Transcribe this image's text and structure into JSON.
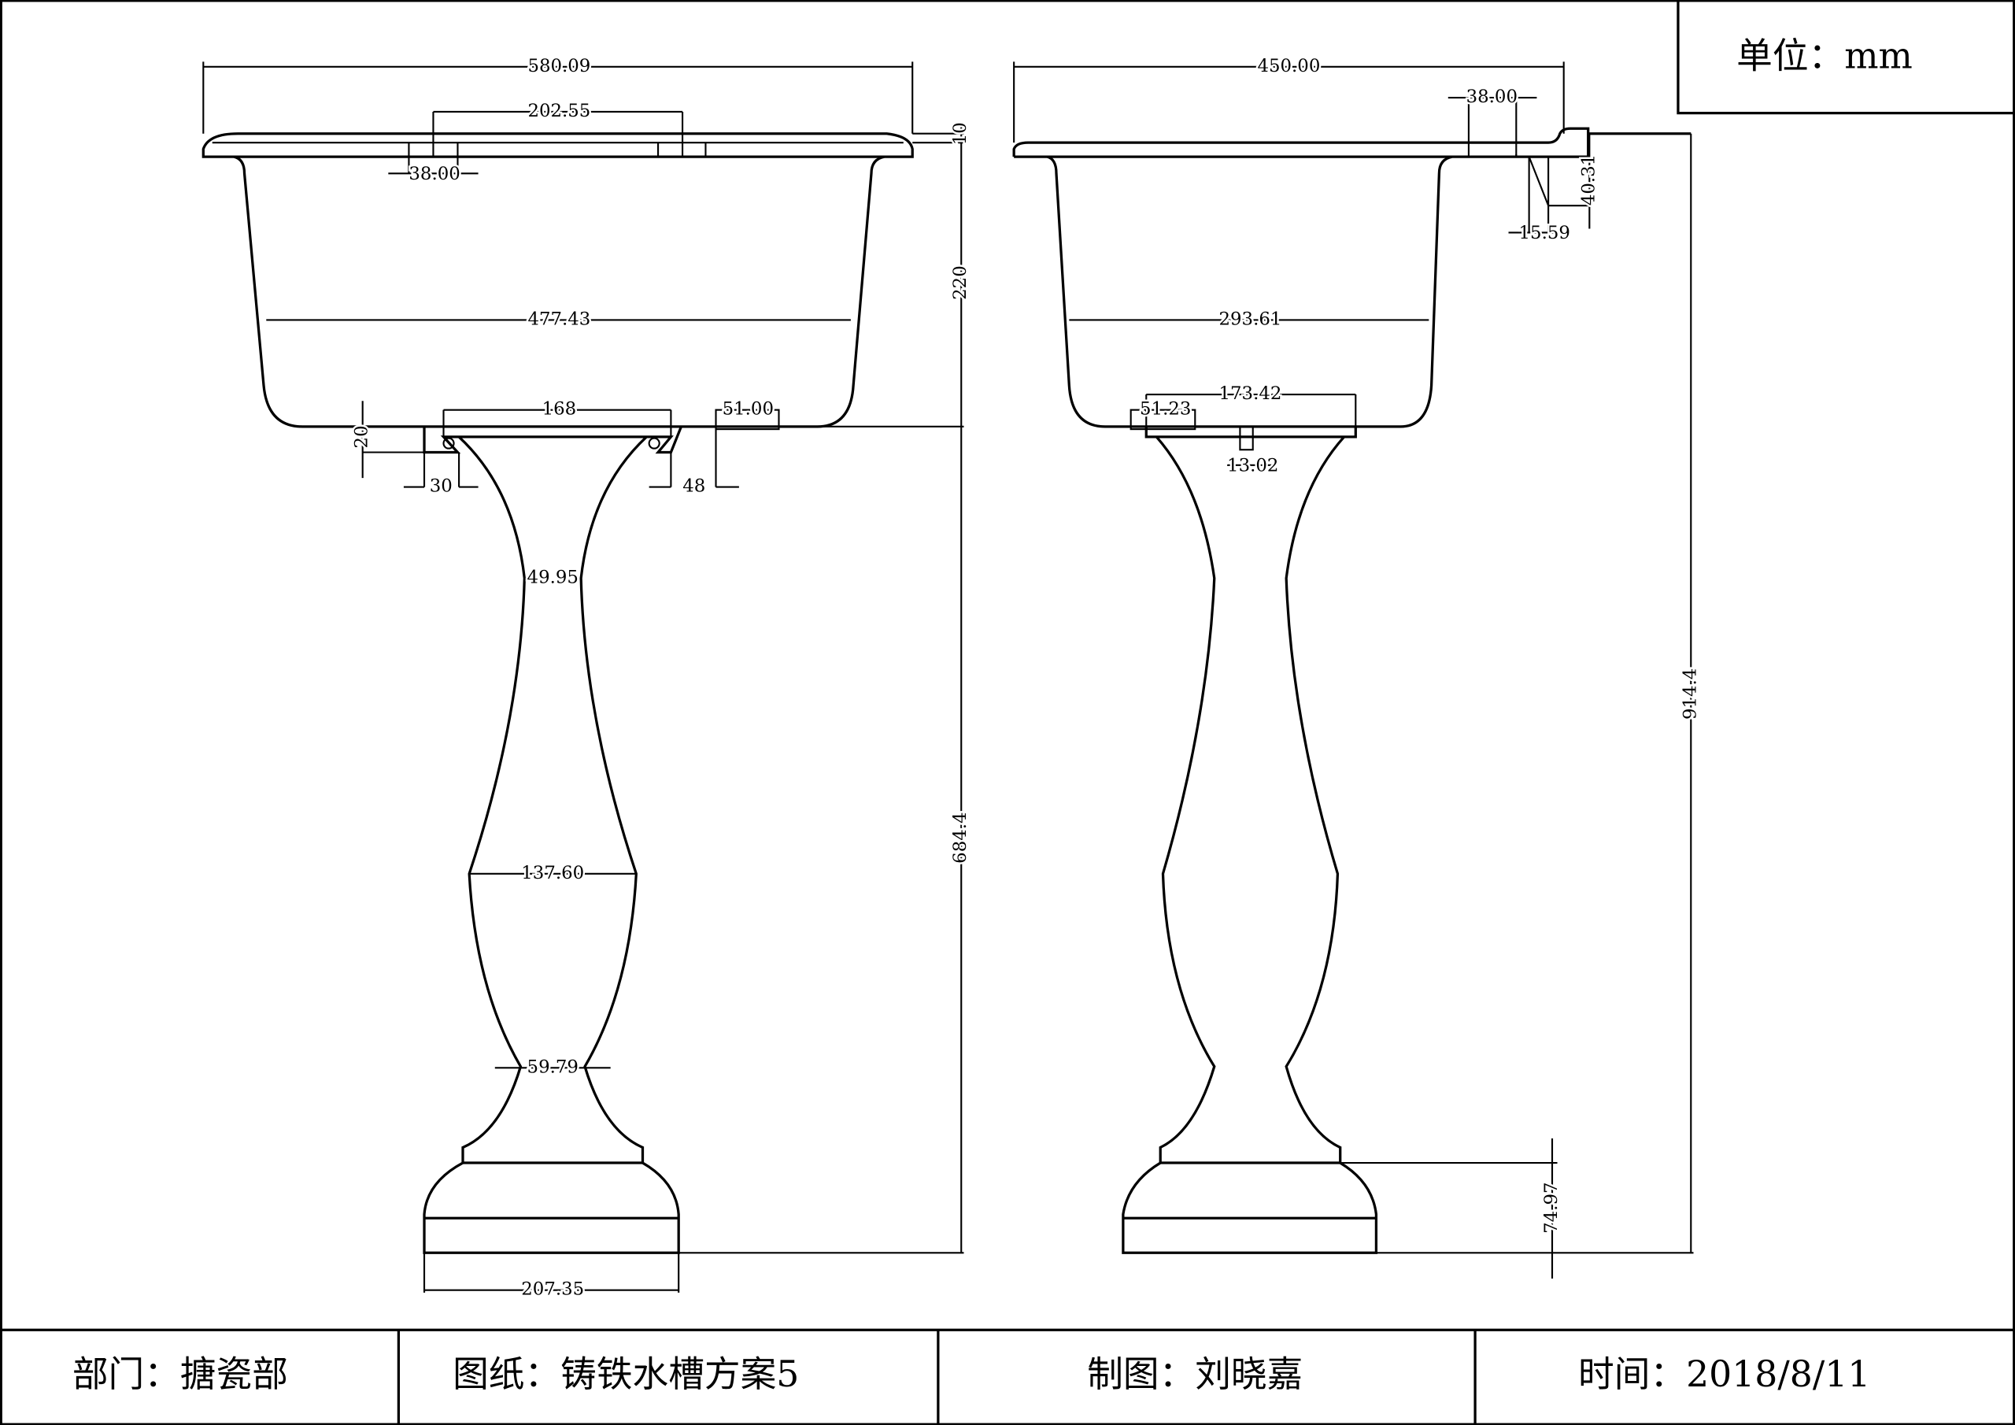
{
  "unit_box": {
    "label": "单位：mm"
  },
  "front_view": {
    "overall_width": "580.09",
    "drain_spacing": "202.55",
    "hole_width": "38.00",
    "rim_thickness": "10",
    "bowl_depth": "220",
    "bottom_width": "477.43",
    "bracket_width": "168",
    "bracket_height": "20",
    "left_offset": "30",
    "right_offset": "48",
    "drain_width": "51.00",
    "neck_width": "49.95",
    "belly_width": "137.60",
    "waist_width": "59.79",
    "pedestal_height": "684.4",
    "base_width": "207.35"
  },
  "side_view": {
    "overall_depth": "450.00",
    "hole_width": "38.00",
    "backsplash_height": "40.31",
    "backsplash_depth": "15.59",
    "bottom_width": "293.61",
    "bracket_width": "173.42",
    "drain_width": "51.23",
    "pin_width": "13.02",
    "total_height": "914.4",
    "base_height": "74.97"
  },
  "title_block": {
    "department": "部门：搪瓷部",
    "drawing": "图纸：铸铁水槽方案5",
    "drafter": "制图：刘晓嘉",
    "date": "时间：2018/8/11"
  }
}
